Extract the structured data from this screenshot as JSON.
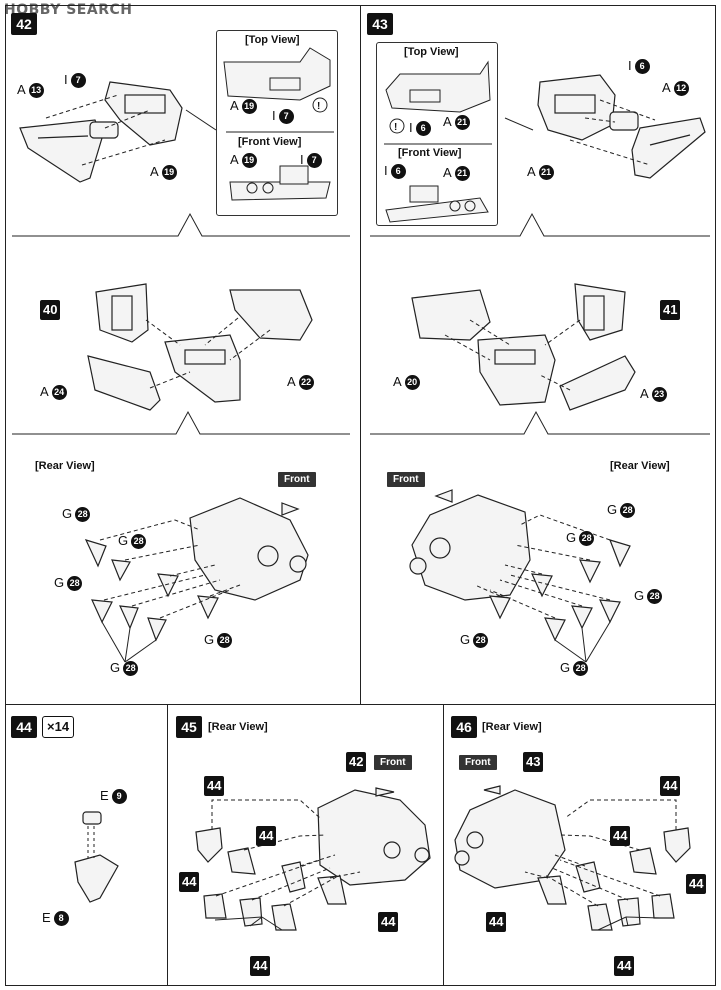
{
  "logo": {
    "text": "HOBBY SEARCH"
  },
  "steps": {
    "s42": {
      "num": "42",
      "top_view": "[Top View]",
      "front_view": "[Front View]",
      "rear_view": "[Rear View]",
      "front_tag": "Front"
    },
    "s43": {
      "num": "43",
      "top_view": "[Top View]",
      "front_view": "[Front View]",
      "rear_view": "[Rear View]",
      "front_tag": "Front"
    },
    "s44": {
      "num": "44",
      "mult": "×14"
    },
    "s45": {
      "num": "45",
      "rear_view": "[Rear View]",
      "front_tag": "Front",
      "sub": "42"
    },
    "s46": {
      "num": "46",
      "rear_view": "[Rear View]",
      "front_tag": "Front",
      "sub": "43"
    }
  },
  "sub_parts": {
    "p40": "40",
    "p41": "41",
    "p44": "44"
  },
  "part_letters": {
    "A": "A",
    "I": "I",
    "G": "G",
    "E": "E"
  },
  "part_nums": {
    "n13": "13",
    "n7": "7",
    "n19": "19",
    "n6": "6",
    "n12": "12",
    "n21": "21",
    "n24": "24",
    "n22": "22",
    "n20": "20",
    "n23": "23",
    "n28": "28",
    "n9": "9",
    "n8": "8"
  }
}
